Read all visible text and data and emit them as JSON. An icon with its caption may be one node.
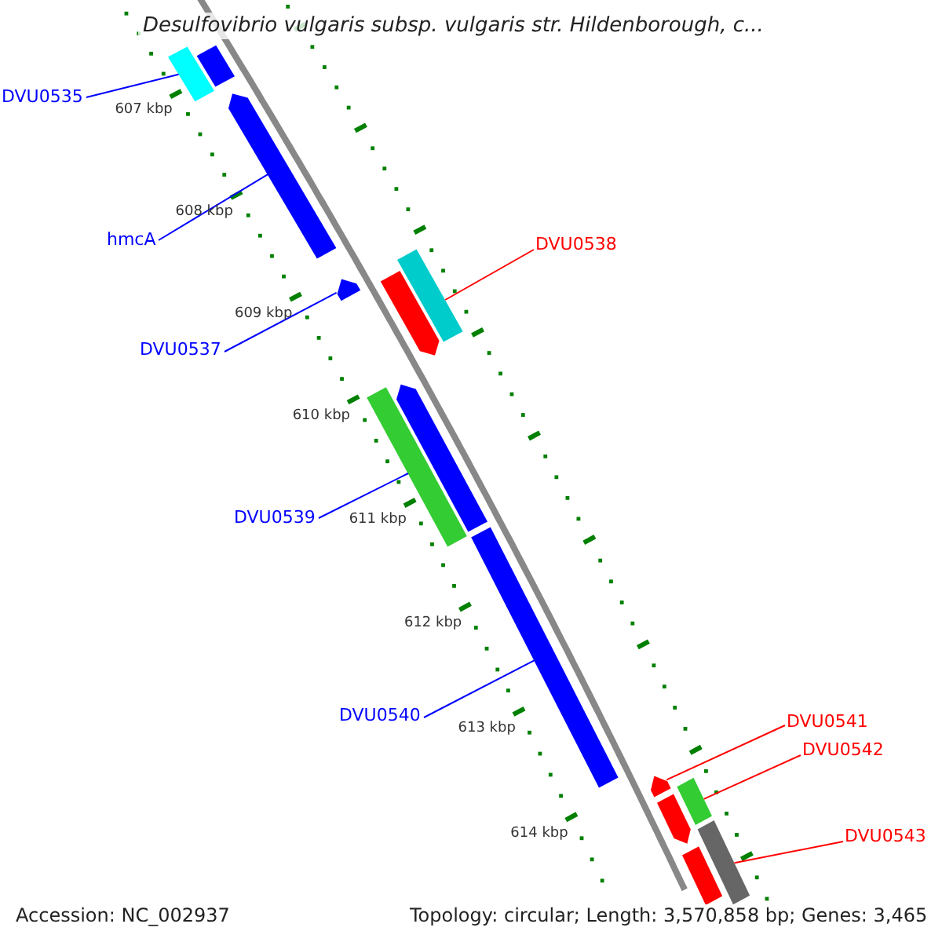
{
  "diagram": {
    "title": "Desulfovibrio vulgaris subsp. vulgaris str. Hildenborough, c...",
    "nodes": [
      {
        "text": [
          "DVU0535"
        ]
      },
      {
        "text": [
          "hmcA"
        ]
      },
      {
        "text": [
          "DVU0537"
        ]
      },
      {
        "text": [
          "DVU0538"
        ]
      },
      {
        "text": [
          "DVU0539"
        ]
      },
      {
        "text": [
          "DVU0540"
        ]
      },
      {
        "text": [
          "DVU0541"
        ]
      },
      {
        "text": [
          "DVU0542"
        ]
      },
      {
        "text": [
          "DVU0543"
        ]
      },
      {
        "text": [],
        "shape": "bar"
      },
      {
        "text": [],
        "shape": "bar"
      },
      {
        "text": [],
        "shape": "bar"
      },
      {
        "text": [],
        "shape": "bar"
      },
      {
        "text": [],
        "shape": "bar"
      },
      {
        "text": [],
        "shape": "bar"
      },
      {
        "text": [],
        "shape": "bar"
      },
      {
        "text": [],
        "shape": "bar"
      },
      {
        "text": [],
        "shape": "bar"
      },
      {
        "text": [],
        "shape": "bar"
      },
      {
        "text": [],
        "shape": "bar"
      },
      {
        "text": [],
        "shape": "bar"
      },
      {
        "text": [],
        "shape": "bar"
      },
      {
        "text": [],
        "shape": "bar"
      }
    ],
    "edges": [
      {
        "from": 0,
        "to": 9,
        "arrow": "none"
      },
      {
        "from": 1,
        "to": 11,
        "arrow": "none"
      },
      {
        "from": 2,
        "to": 12,
        "arrow": "none"
      },
      {
        "from": 3,
        "to": 13,
        "arrow": "none",
        "color": "#ff0000"
      },
      {
        "from": 4,
        "to": 15,
        "arrow": "none"
      },
      {
        "from": 5,
        "to": 17,
        "arrow": "none"
      },
      {
        "from": 6,
        "to": 18,
        "arrow": "none",
        "color": "#ff0000"
      },
      {
        "from": 7,
        "to": 19,
        "arrow": "none",
        "color": "#ff0000"
      },
      {
        "from": 8,
        "to": 21,
        "arrow": "none",
        "color": "#ff0000"
      }
    ],
    "labels": [
      "607 kbp",
      "608 kbp",
      "609 kbp",
      "610 kbp",
      "611 kbp",
      "612 kbp",
      "613 kbp",
      "614 kbp",
      "Accession: NC_002937",
      "Topology: circular; Length: 3,570,858 bp; Genes: 3,465"
    ]
  }
}
